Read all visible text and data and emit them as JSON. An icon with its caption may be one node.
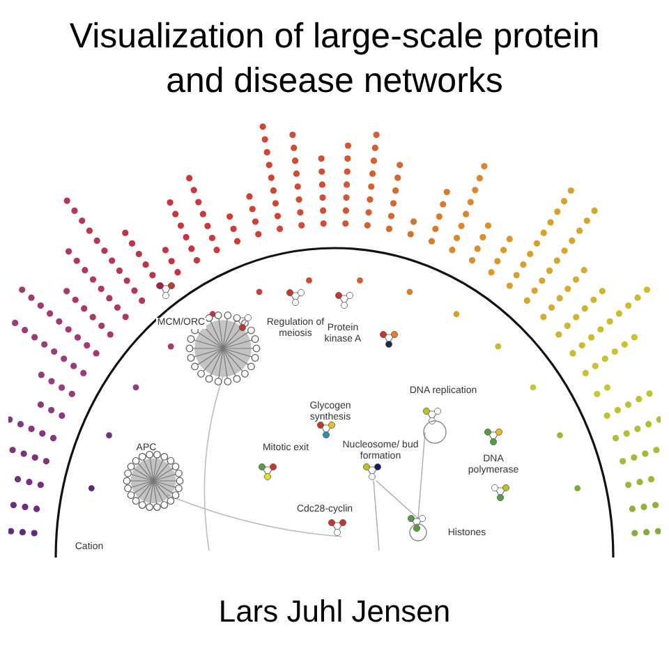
{
  "diagram": {
    "title": "Visualization of large-scale protein and disease networks",
    "labels": [
      "MCM/ORC",
      "Regulation of meiosis",
      "Protein kinase A",
      "Glycogen synthesis",
      "APC",
      "Mitotic exit",
      "Nucleosome/ bud formation",
      "DNA replication",
      "DNA polymerase",
      "Cdc28-cyclin",
      "Histones",
      "Cation",
      "Lars Juhl Jensen"
    ]
  }
}
